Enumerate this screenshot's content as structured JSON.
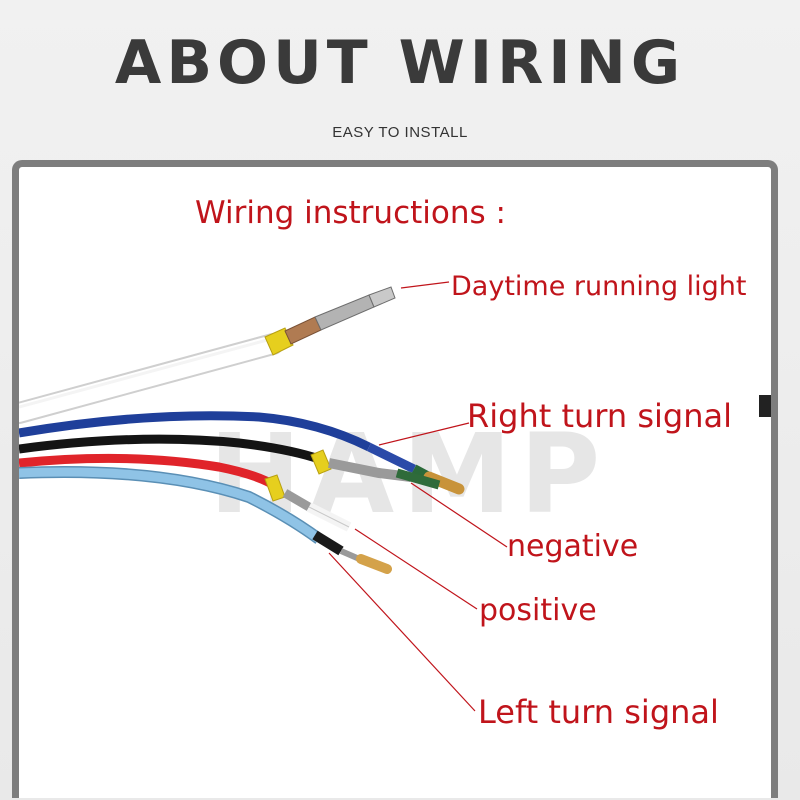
{
  "header": {
    "title": "ABOUT WIRING",
    "subtitle": "EASY TO INSTALL"
  },
  "diagram": {
    "heading": "Wiring instructions :",
    "labels": {
      "daytime_running_light": "Daytime running light",
      "right_turn_signal": "Right turn signal",
      "negative": "negative",
      "positive": "positive",
      "left_turn_signal": "Left turn signal"
    },
    "colors": {
      "label_red": "#c0141b",
      "wire_white": "#ffffff",
      "wire_blue": "#1f3f9a",
      "wire_black": "#141414",
      "wire_red": "#e0242a",
      "wire_light_blue": "#8fc3e6",
      "seal_yellow": "#e6cf1e",
      "frame_gray": "#7d7d7d"
    },
    "watermark": "HAMP"
  }
}
